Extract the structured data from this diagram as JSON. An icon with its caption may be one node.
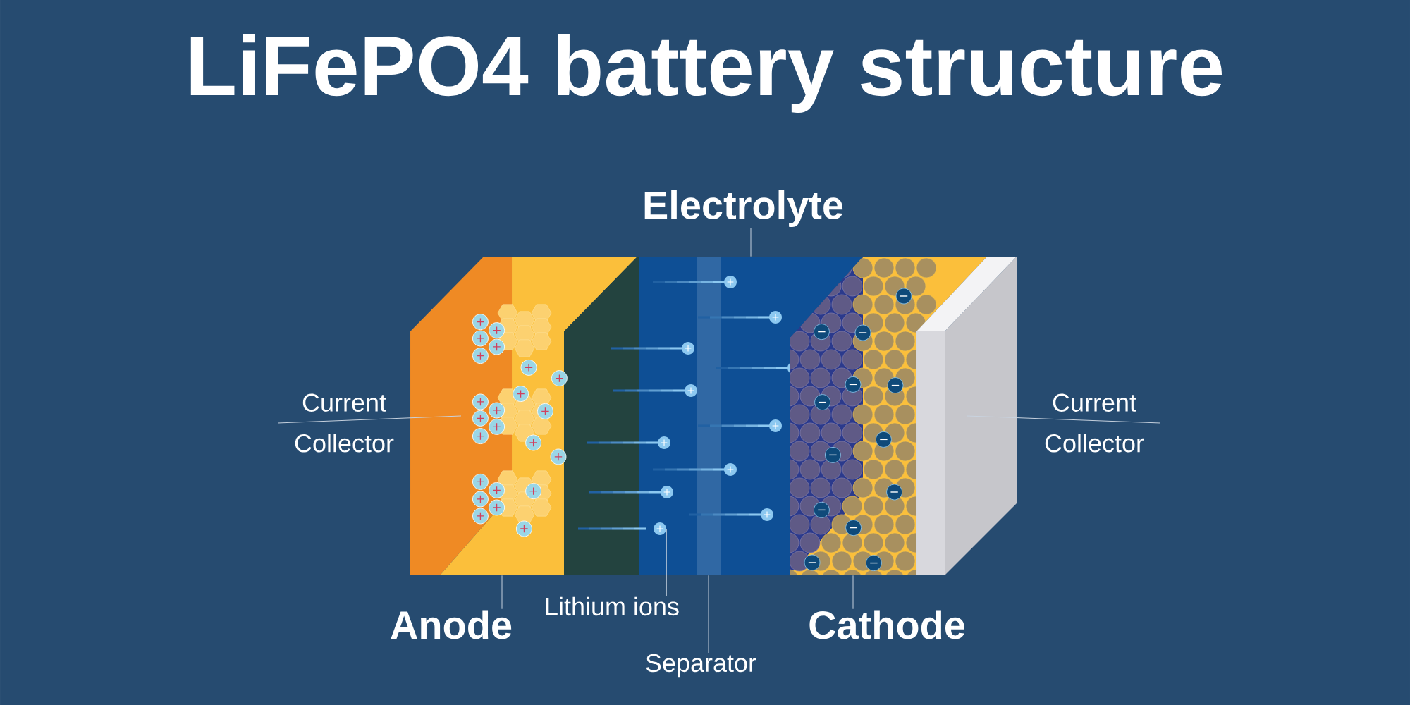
{
  "diagram": {
    "title": "LiFePO4 battery structure",
    "nodes": [
      {
        "text": [
          "Electrolyte"
        ]
      },
      {
        "text": [
          "Current Collector"
        ]
      },
      {
        "text": [
          "Current Collector"
        ]
      },
      {
        "text": [
          "Anode"
        ]
      },
      {
        "text": [
          "Lithium ions"
        ]
      },
      {
        "text": [
          "Separator"
        ]
      },
      {
        "text": [
          "Cathode"
        ]
      },
      {
        "text": [],
        "shape": "box"
      },
      {
        "text": [],
        "shape": "box"
      },
      {
        "text": [],
        "shape": "box"
      },
      {
        "text": [],
        "shape": "bar",
        "in": 9
      },
      {
        "text": [],
        "shape": "circle",
        "in": 9
      },
      {
        "text": [],
        "shape": "box"
      },
      {
        "text": [],
        "shape": "box"
      }
    ],
    "edges": [
      {
        "from": 0,
        "to": 9,
        "arrow": "none"
      },
      {
        "from": 1,
        "to": 7,
        "arrow": "none"
      },
      {
        "from": 2,
        "to": 13,
        "arrow": "none"
      },
      {
        "from": 3,
        "to": 8,
        "arrow": "none"
      },
      {
        "from": 4,
        "to": 11,
        "arrow": "none"
      },
      {
        "from": 5,
        "to": 10,
        "arrow": "none"
      },
      {
        "from": 6,
        "to": 12,
        "arrow": "none"
      }
    ]
  }
}
